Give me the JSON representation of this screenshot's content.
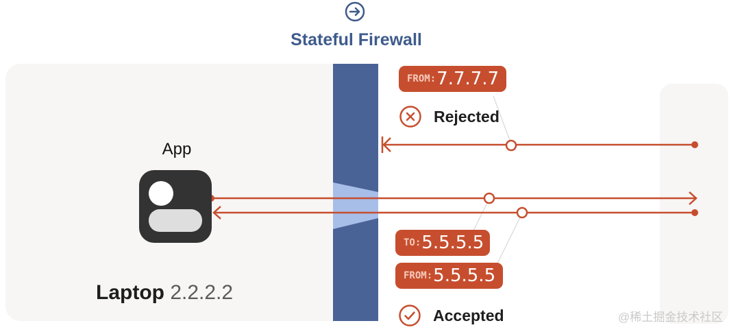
{
  "header": {
    "title": "Stateful Firewall",
    "icon": "arrow-right-circle-icon"
  },
  "laptop": {
    "app_label": "App",
    "app_icon": "app-icon",
    "name": "Laptop",
    "ip": "2.2.2.2"
  },
  "rejected_packet": {
    "prefix": "FROM:",
    "address": "7.7.7.7",
    "status": "Rejected",
    "status_icon": "x-circle-icon"
  },
  "accepted_packets": {
    "outbound": {
      "prefix": "TO:",
      "address": "5.5.5.5"
    },
    "inbound": {
      "prefix": "FROM:",
      "address": "5.5.5.5"
    },
    "status": "Accepted",
    "status_icon": "check-circle-icon"
  },
  "watermark": "@稀土掘金技术社区",
  "colors": {
    "accent": "#c64e2e",
    "firewall": "#4a6397",
    "firewall_opening": "#a7bee8",
    "title": "#3f5b8c",
    "panel_bg": "#f7f6f4",
    "app_icon_bg": "#333333"
  }
}
